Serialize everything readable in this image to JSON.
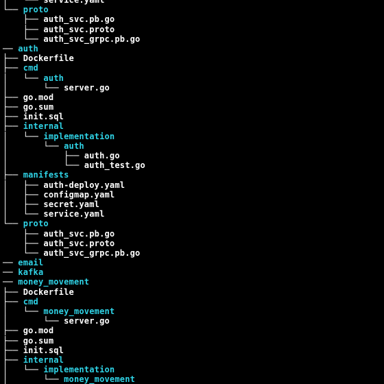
{
  "colors": {
    "background": "#000000",
    "directory": "#2fd3e6",
    "file": "#ffffff",
    "tree_lines": "#ffffff"
  },
  "rows": [
    {
      "prefix": "│   └── ",
      "name": "service.yaml",
      "type": "file"
    },
    {
      "prefix": "└── ",
      "name": "proto",
      "type": "dir"
    },
    {
      "prefix": "    ├── ",
      "name": "auth_svc.pb.go",
      "type": "file"
    },
    {
      "prefix": "    ├── ",
      "name": "auth_svc.proto",
      "type": "file"
    },
    {
      "prefix": "    └── ",
      "name": "auth_svc_grpc.pb.go",
      "type": "file"
    },
    {
      "prefix": "── ",
      "name": "auth",
      "type": "dir"
    },
    {
      "prefix": "├── ",
      "name": "Dockerfile",
      "type": "file"
    },
    {
      "prefix": "├── ",
      "name": "cmd",
      "type": "dir"
    },
    {
      "prefix": "│   └── ",
      "name": "auth",
      "type": "dir"
    },
    {
      "prefix": "│       └── ",
      "name": "server.go",
      "type": "file"
    },
    {
      "prefix": "├── ",
      "name": "go.mod",
      "type": "file"
    },
    {
      "prefix": "├── ",
      "name": "go.sum",
      "type": "file"
    },
    {
      "prefix": "├── ",
      "name": "init.sql",
      "type": "file"
    },
    {
      "prefix": "├── ",
      "name": "internal",
      "type": "dir"
    },
    {
      "prefix": "│   └── ",
      "name": "implementation",
      "type": "dir"
    },
    {
      "prefix": "│       └── ",
      "name": "auth",
      "type": "dir"
    },
    {
      "prefix": "│           ├── ",
      "name": "auth.go",
      "type": "file"
    },
    {
      "prefix": "│           └── ",
      "name": "auth_test.go",
      "type": "file"
    },
    {
      "prefix": "├── ",
      "name": "manifests",
      "type": "dir"
    },
    {
      "prefix": "│   ├── ",
      "name": "auth-deploy.yaml",
      "type": "file"
    },
    {
      "prefix": "│   ├── ",
      "name": "configmap.yaml",
      "type": "file"
    },
    {
      "prefix": "│   ├── ",
      "name": "secret.yaml",
      "type": "file"
    },
    {
      "prefix": "│   └── ",
      "name": "service.yaml",
      "type": "file"
    },
    {
      "prefix": "└── ",
      "name": "proto",
      "type": "dir"
    },
    {
      "prefix": "    ├── ",
      "name": "auth_svc.pb.go",
      "type": "file"
    },
    {
      "prefix": "    ├── ",
      "name": "auth_svc.proto",
      "type": "file"
    },
    {
      "prefix": "    └── ",
      "name": "auth_svc_grpc.pb.go",
      "type": "file"
    },
    {
      "prefix": "── ",
      "name": "email",
      "type": "dir"
    },
    {
      "prefix": "── ",
      "name": "kafka",
      "type": "dir"
    },
    {
      "prefix": "── ",
      "name": "money_movement",
      "type": "dir"
    },
    {
      "prefix": "├── ",
      "name": "Dockerfile",
      "type": "file"
    },
    {
      "prefix": "├── ",
      "name": "cmd",
      "type": "dir"
    },
    {
      "prefix": "│   └── ",
      "name": "money_movement",
      "type": "dir"
    },
    {
      "prefix": "│       └── ",
      "name": "server.go",
      "type": "file"
    },
    {
      "prefix": "├── ",
      "name": "go.mod",
      "type": "file"
    },
    {
      "prefix": "├── ",
      "name": "go.sum",
      "type": "file"
    },
    {
      "prefix": "├── ",
      "name": "init.sql",
      "type": "file"
    },
    {
      "prefix": "├── ",
      "name": "internal",
      "type": "dir"
    },
    {
      "prefix": "│   └── ",
      "name": "implementation",
      "type": "dir"
    },
    {
      "prefix": "│       └── ",
      "name": "money_movement",
      "type": "dir"
    },
    {
      "prefix": "│           ├── ",
      "name": "",
      "type": "file"
    }
  ]
}
